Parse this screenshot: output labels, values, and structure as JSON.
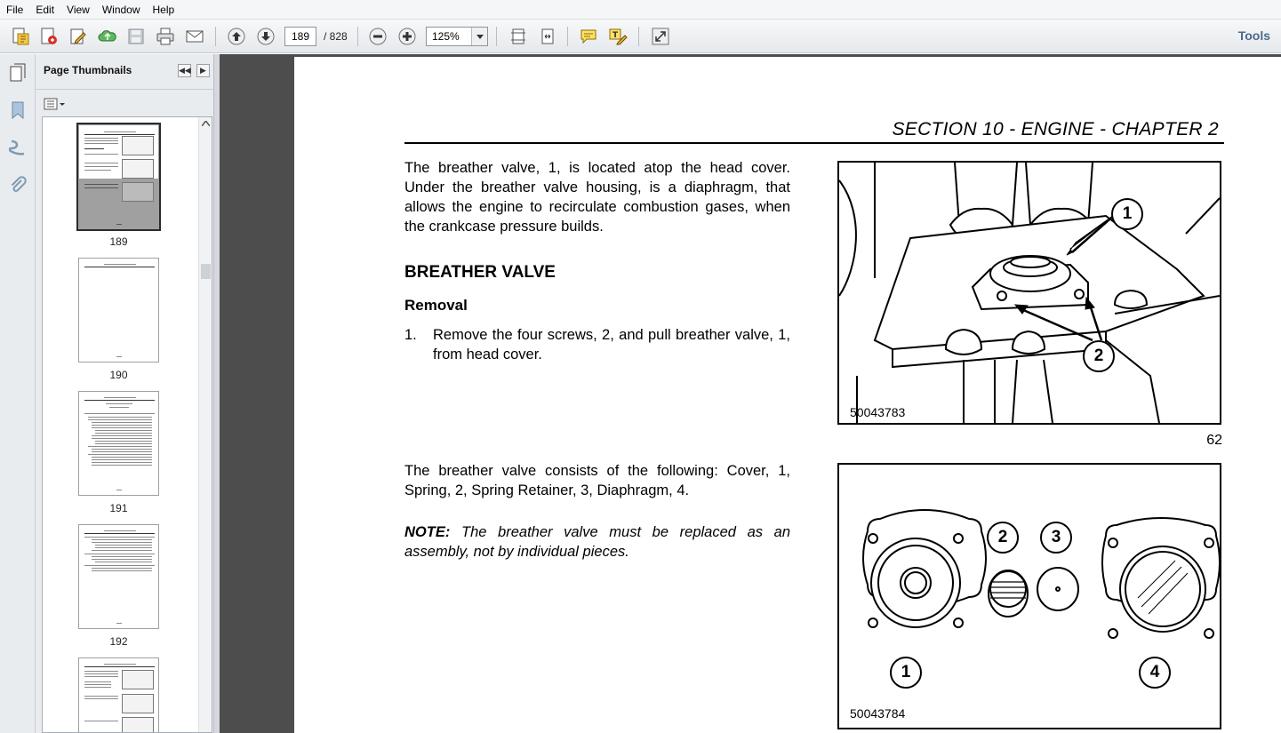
{
  "menu": [
    "File",
    "Edit",
    "View",
    "Window",
    "Help"
  ],
  "toolbar": {
    "current_page": "189",
    "total_pages": "/ 828",
    "zoom": "125%",
    "tools_label": "Tools",
    "icons": [
      "create-pdf-icon",
      "create-pdf-red-icon",
      "edit-icon",
      "upload-cloud-icon",
      "save-icon",
      "print-icon",
      "email-icon",
      "page-up-icon",
      "page-down-icon",
      "zoom-out-icon",
      "zoom-in-icon",
      "fit-page-icon",
      "fit-width-icon",
      "comment-icon",
      "highlight-icon",
      "fullscreen-icon"
    ]
  },
  "panel": {
    "title": "Page Thumbnails",
    "thumbnails": [
      {
        "label": "189",
        "selected": true
      },
      {
        "label": "190",
        "selected": false
      },
      {
        "label": "191",
        "selected": false
      },
      {
        "label": "192",
        "selected": false
      },
      {
        "label": "",
        "selected": false
      }
    ]
  },
  "document": {
    "heading": "SECTION 10 - ENGINE - CHAPTER 2",
    "para1": "The breather valve, 1, is located atop the head cover. Under the breather valve housing, is a diaphragm, that allows the engine to recirculate combustion gases, when the crankcase pressure builds.",
    "section_title": "BREATHER VALVE",
    "subsection_title": "Removal",
    "step1_number": "1.",
    "step1_text": "Remove the four screws, 2, and pull breather valve, 1, from head cover.",
    "para2": "The breather valve consists of the following: Cover, 1, Spring, 2, Spring Retainer, 3, Diaphragm, 4.",
    "note_label": "NOTE:",
    "note_text": "The breather valve must be replaced as an assembly, not by individual pieces.",
    "figure1": {
      "code": "50043783",
      "number": "62",
      "callouts": [
        "1",
        "2"
      ]
    },
    "figure2": {
      "code": "50043784",
      "callouts": [
        "1",
        "2",
        "3",
        "4"
      ]
    }
  }
}
